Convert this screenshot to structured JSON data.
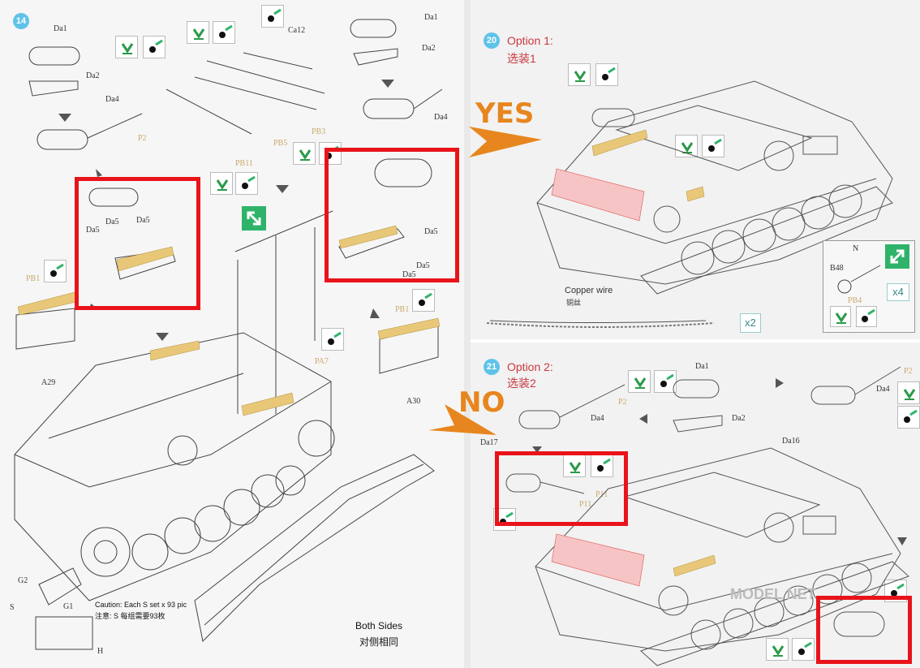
{
  "left_page": {
    "step_number": "14",
    "part_labels": {
      "da1": "Da1",
      "da2": "Da2",
      "da4": "Da4",
      "p2": "P2",
      "ca12": "Ca12",
      "pb3": "PB3",
      "pb5": "PB5",
      "pb11": "PB11",
      "da1_b": "Da1",
      "da2_b": "Da2",
      "da4_b": "Da4",
      "da5_a": "Da5",
      "da5_b": "Da5",
      "da5_c": "Da5",
      "da5_d": "Da5",
      "da5_e": "Da5",
      "da5_f": "Da5",
      "pb1_a": "PB1",
      "pb1_b": "PB1",
      "pa7": "PA7",
      "a29": "A29",
      "a30": "A30",
      "g2": "G2",
      "s": "S",
      "g1": "G1",
      "h": "H"
    },
    "caution_en": "Caution: Each S set x 93 pic",
    "caution_zh": "注意: S 每组需要93枚",
    "both_sides_en": "Both Sides",
    "both_sides_zh": "对侧相同"
  },
  "annotations": {
    "yes": "YES",
    "no": "NO",
    "arrow_color": "#e7861e",
    "highlight_color": "#e8141a"
  },
  "option1": {
    "step_number": "20",
    "title_en": "Option 1:",
    "title_zh": "选装1",
    "copper_wire_en": "Copper wire",
    "copper_wire_zh": "铜丝",
    "qty_wire": "x2",
    "qty_parts": "x4",
    "labels": {
      "b48": "B48",
      "n": "N",
      "pb4": "PB4"
    }
  },
  "option2": {
    "step_number": "21",
    "title_en": "Option 2:",
    "title_zh": "选装2",
    "labels": {
      "da1": "Da1",
      "da2": "Da2",
      "p2": "P2",
      "p2b": "P2",
      "da4": "Da4",
      "da4b": "Da4",
      "da16": "Da16",
      "da17": "Da17",
      "p11a": "P11",
      "p11b": "P11"
    }
  },
  "watermark": "MODEL NET"
}
